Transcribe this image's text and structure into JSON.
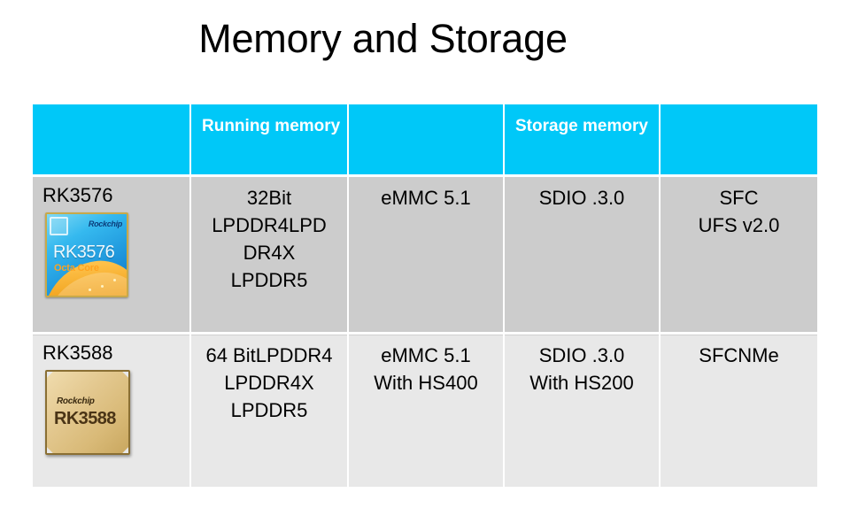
{
  "slide": {
    "title": "Memory and Storage",
    "background_color": "#ffffff"
  },
  "colors": {
    "header_cyan": "#00c8f8",
    "header_text": "#ffffff",
    "row1_bg": "#cccccc",
    "row2_bg": "#e8e8e8",
    "body_text": "#000000",
    "chip_3576_accent": "#ffa21e",
    "chip_3588_accent": "#c9a75f"
  },
  "table": {
    "columns": [
      {
        "key": "soc",
        "header": ""
      },
      {
        "key": "running_memory",
        "header": "Running\nmemory"
      },
      {
        "key": "emmc",
        "header": ""
      },
      {
        "key": "storage_memory",
        "header": "Storage\nmemory"
      },
      {
        "key": "flash",
        "header": ""
      }
    ],
    "header": {
      "col1": "",
      "col2": "Running\nmemory",
      "col3": "",
      "col4": "Storage\nmemory",
      "col5": ""
    },
    "rows": [
      {
        "soc_name": "RK3576",
        "chip_image": {
          "name": "rk3576-chip-icon",
          "brand": "Rockchip",
          "part": "RK3576",
          "subtitle": "Octa Core"
        },
        "running_memory": "32Bit\nLPDDR4LPD\nDR4X\nLPDDR5",
        "emmc": "eMMC 5.1",
        "storage_memory": "SDIO .3.0",
        "flash": "SFC\nUFS v2.0"
      },
      {
        "soc_name": "RK3588",
        "chip_image": {
          "name": "rk3588-chip-icon",
          "brand": "Rockchip",
          "part": "RK3588",
          "subtitle": ""
        },
        "running_memory": "64 BitLPDDR4\nLPDDR4X\nLPDDR5",
        "emmc": "eMMC 5.1\nWith HS400",
        "storage_memory": "SDIO .3.0\nWith HS200",
        "flash": "SFCNMe"
      }
    ]
  }
}
